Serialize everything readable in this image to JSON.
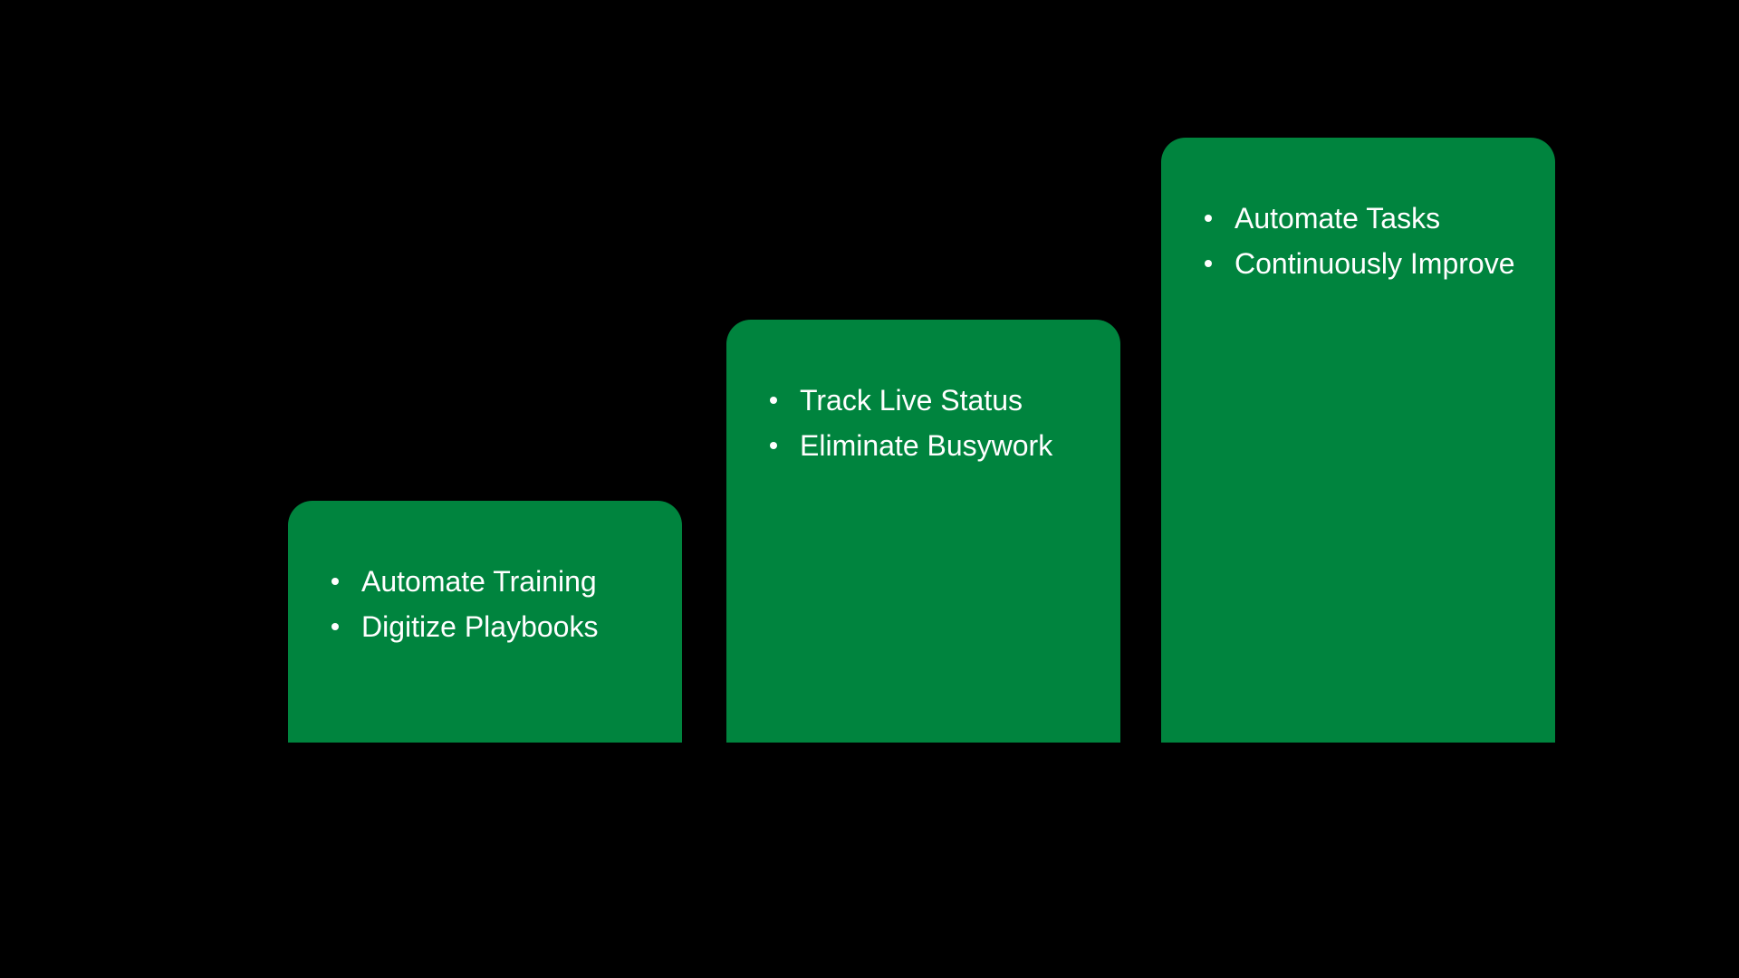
{
  "colors": {
    "background": "#000000",
    "bar": "#00843E",
    "text": "#FFFFFF"
  },
  "diagram": {
    "type": "stepped-stage-diagram",
    "stages": [
      {
        "position": "left-shortest",
        "bullets": [
          "Automate Training",
          "Digitize Playbooks"
        ]
      },
      {
        "position": "middle",
        "bullets": [
          "Track Live Status",
          "Eliminate Busywork"
        ]
      },
      {
        "position": "right-tallest",
        "bullets": [
          "Automate Tasks",
          "Continuously Improve"
        ]
      }
    ]
  }
}
